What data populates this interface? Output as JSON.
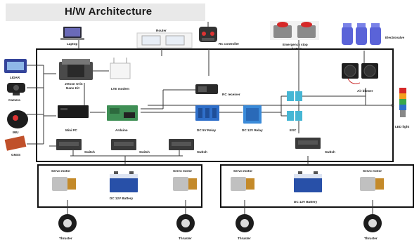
{
  "title": "H/W Architecture",
  "labels": {
    "laptop": "Laptop",
    "router": "Router",
    "rc_controller": "RC controller",
    "emergency_stop": "Emergency stop button",
    "emergency_stop_line1": "Emergency stop",
    "emergency_stop_line2": "button",
    "electrovalve": "Electrovalve",
    "lidar": "LIDAR",
    "camera": "Camera",
    "imu": "IMU",
    "gnss": "GNSS",
    "jetson": "Jetson Orin Nano Kit",
    "jetson_line1": "Jetson Orin",
    "jetson_line2": "Nano Kit",
    "lte_modem": "LTE modem",
    "rc_receiver": "RC receiver",
    "air_blower": "Air blower",
    "led_light": "LED light",
    "mini_pc": "Mini PC",
    "arduino": "Arduino",
    "relay_5v": "DC 5V Relay",
    "relay_12v": "DC 12V Relay",
    "esc": "ESC",
    "switch": "Switch",
    "servo_motor": "Servo motor",
    "battery": "DC 12V Battery",
    "thruster": "Thruster"
  },
  "colors": {
    "frame": "#111111",
    "line": "#333333",
    "title_bg": "#e9e9e9",
    "battery_blue": "#2850a8",
    "relay_blue": "#2f6fc9",
    "arduino_green": "#3f8f55",
    "esc_cyan": "#46b6d4",
    "estop_red": "#d62828",
    "valve_purple": "#5a63d8"
  }
}
